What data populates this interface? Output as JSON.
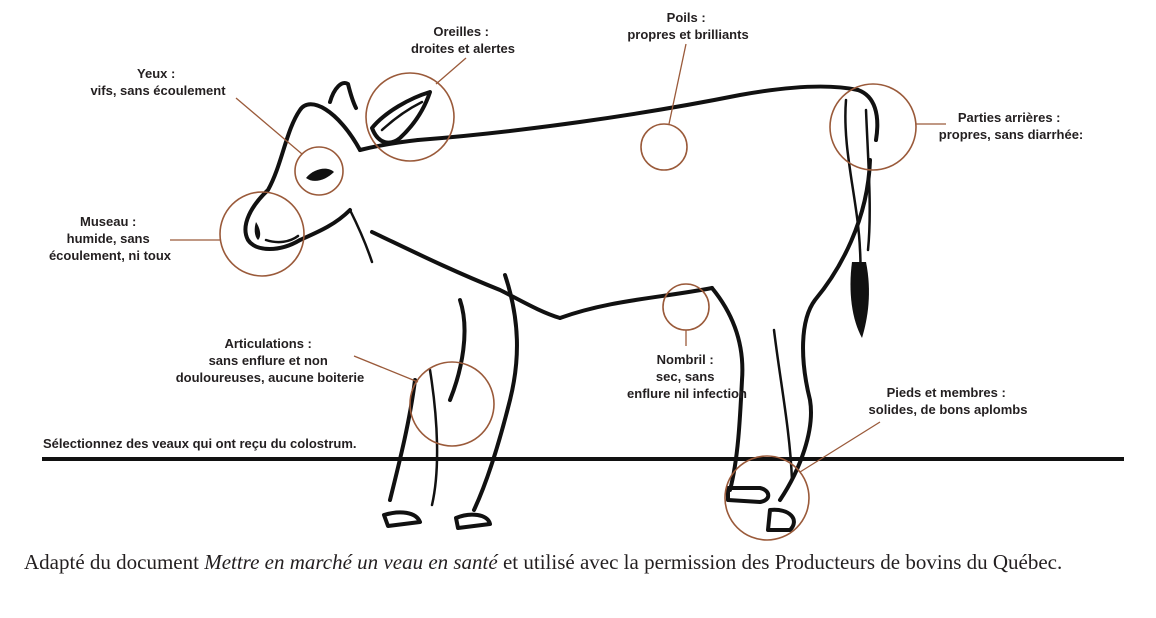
{
  "colors": {
    "accent": "#9a5a3a",
    "ink": "#111111",
    "text": "#231f20"
  },
  "labels": {
    "oreilles": [
      "Oreilles :",
      "droites et alertes"
    ],
    "poils": [
      "Poils :",
      "propres et brilliants"
    ],
    "yeux": [
      "Yeux :",
      "vifs, sans écoulement"
    ],
    "parties_arrieres": [
      "Parties arrières :",
      "propres, sans diarrhée:"
    ],
    "museau": [
      "Museau :",
      "humide, sans",
      "écoulement, ni toux"
    ],
    "articulations": [
      "Articulations :",
      "sans enflure et non",
      "douloureuses, aucune boiterie"
    ],
    "nombril": [
      "Nombril :",
      "sec, sans",
      "enflure nil infection"
    ],
    "pieds": [
      "Pieds et membres :",
      "solides, de bons aplombs"
    ]
  },
  "ground_note": "Sélectionnez des veaux qui ont reçu du colostrum.",
  "caption": {
    "before": "Adapté du document ",
    "title_italic": "Mettre en marché un veau en santé",
    "after": " et utilisé avec la permission des Producteurs de bovins du Québec."
  }
}
